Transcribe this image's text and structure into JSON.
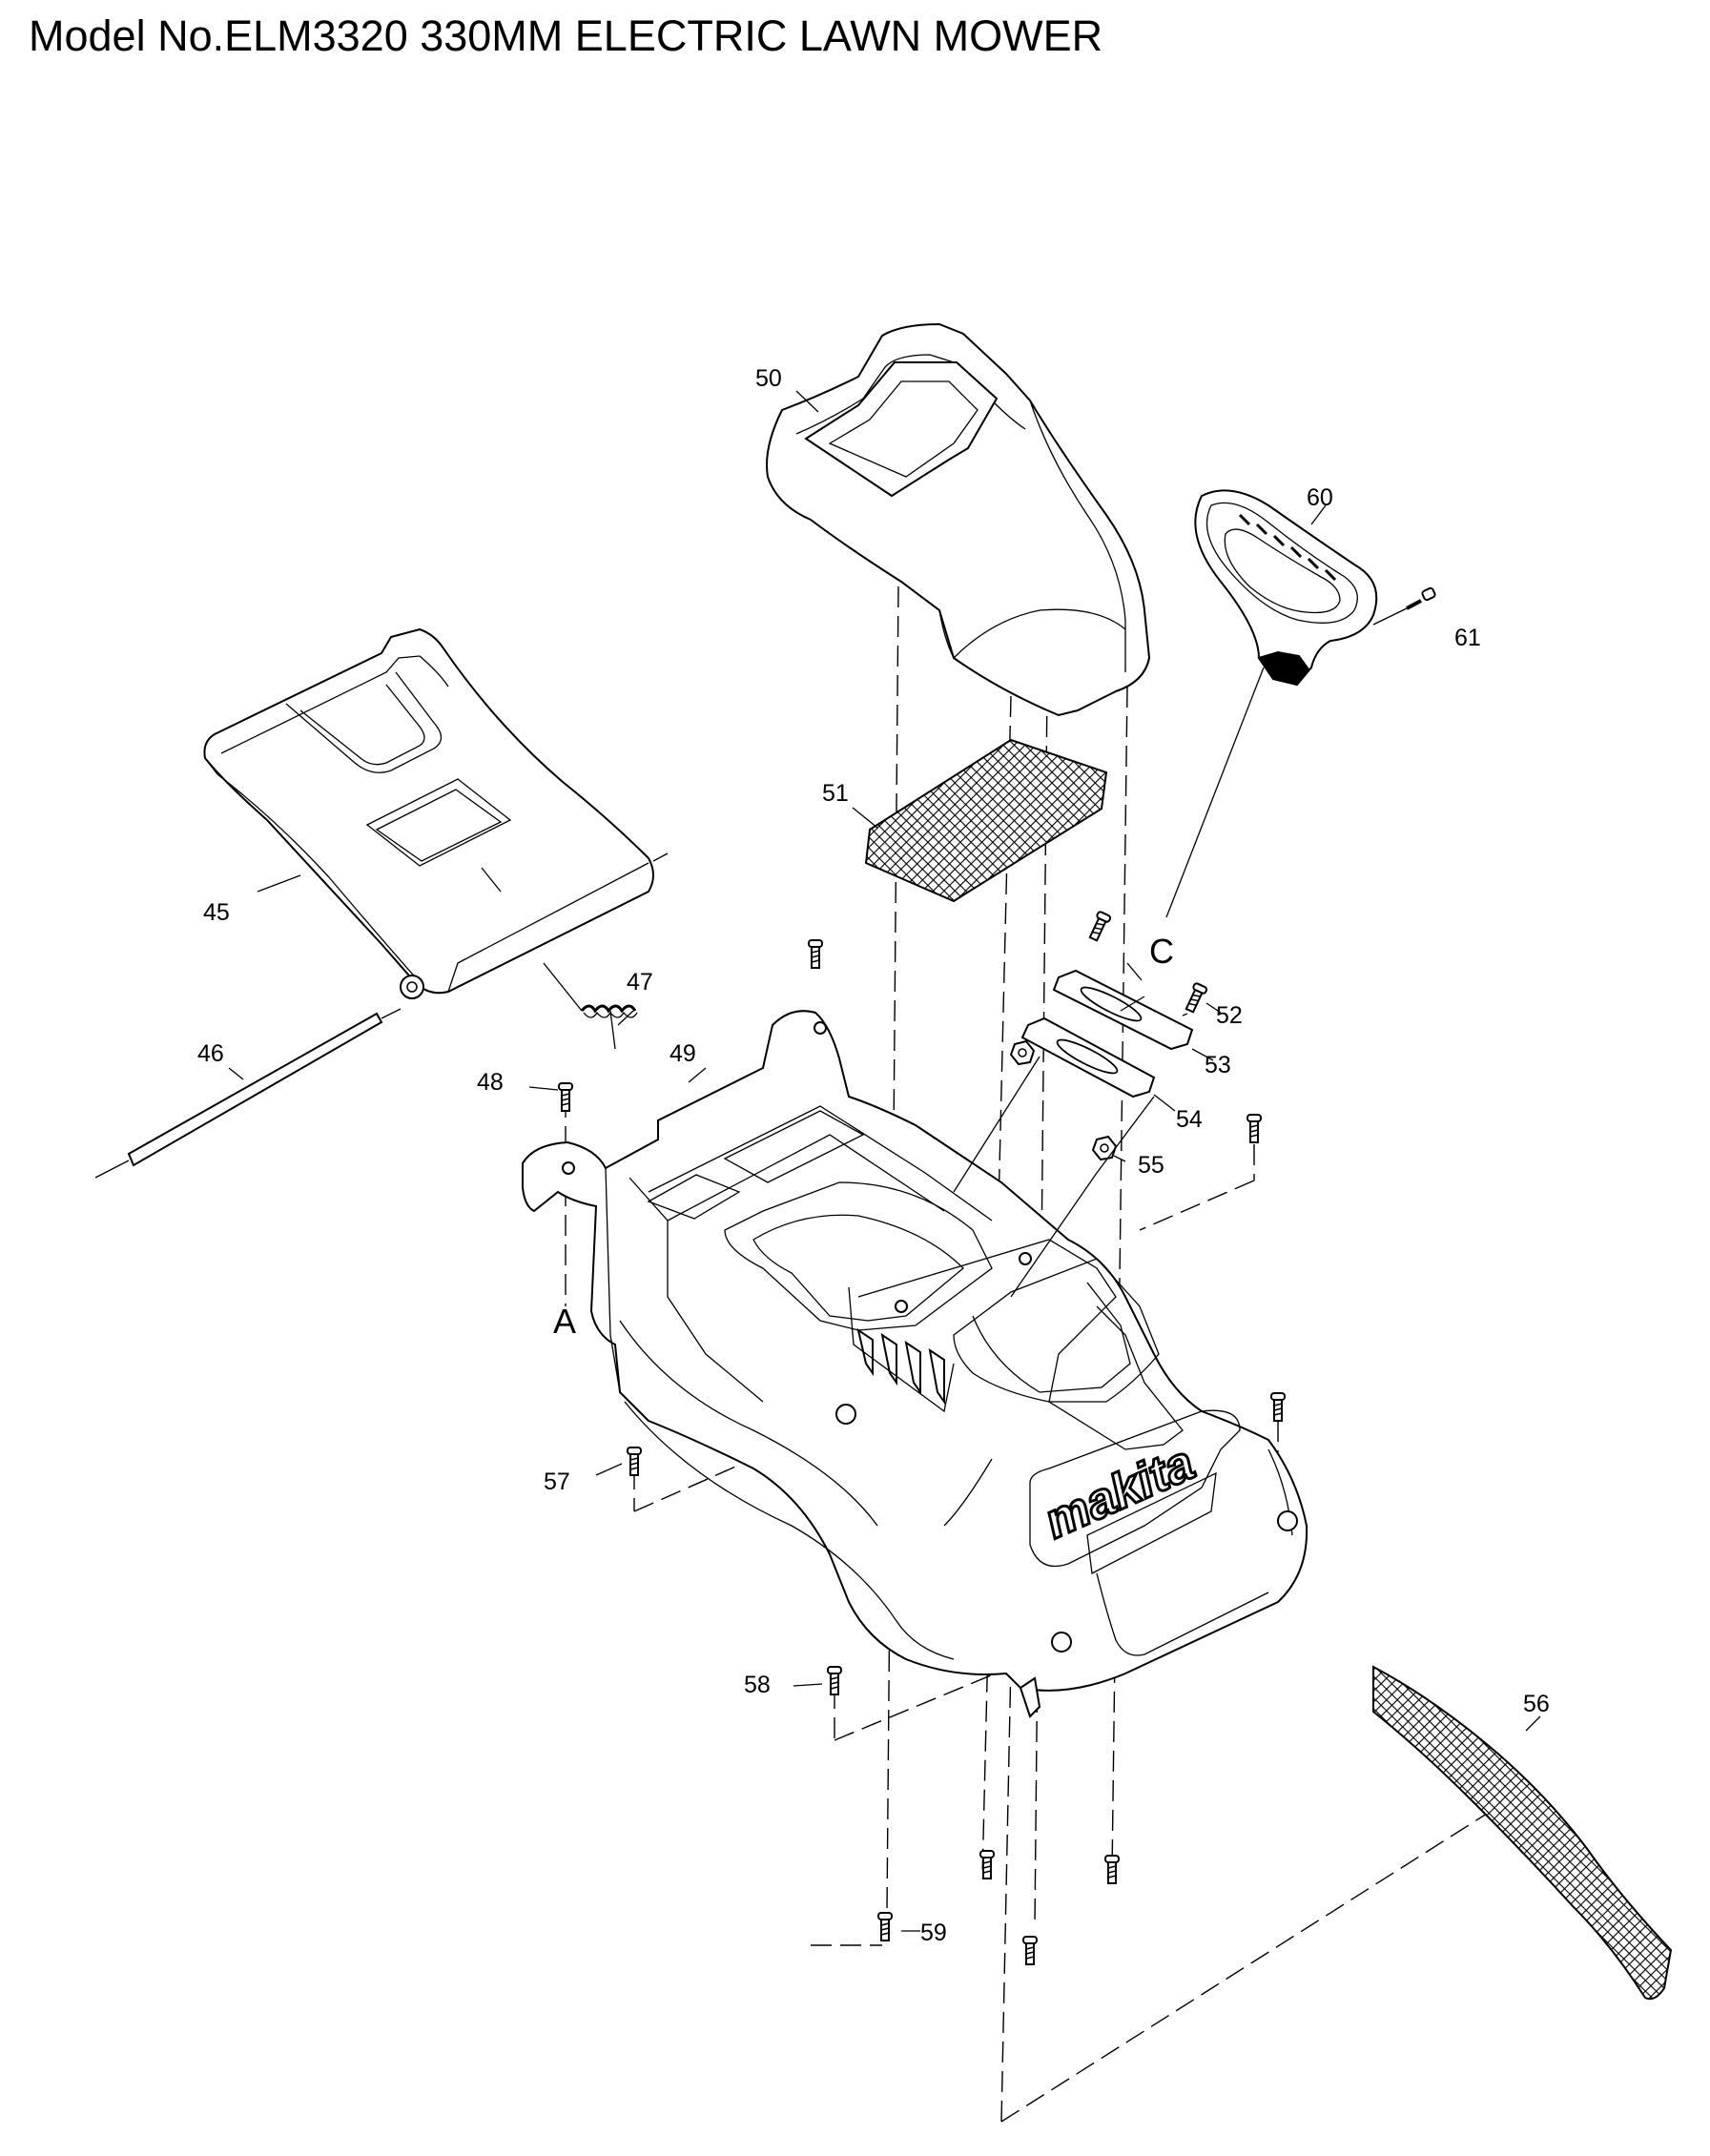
{
  "title": "Model No.ELM3320 330MM ELECTRIC LAWN MOWER",
  "parts": [
    {
      "id": "45",
      "label": "45"
    },
    {
      "id": "46",
      "label": "46"
    },
    {
      "id": "47",
      "label": "47"
    },
    {
      "id": "48",
      "label": "48"
    },
    {
      "id": "49",
      "label": "49"
    },
    {
      "id": "50",
      "label": "50"
    },
    {
      "id": "51",
      "label": "51"
    },
    {
      "id": "52",
      "label": "52"
    },
    {
      "id": "53",
      "label": "53"
    },
    {
      "id": "54",
      "label": "54"
    },
    {
      "id": "55",
      "label": "55"
    },
    {
      "id": "56",
      "label": "56"
    },
    {
      "id": "57",
      "label": "57"
    },
    {
      "id": "58",
      "label": "58"
    },
    {
      "id": "59",
      "label": "59"
    },
    {
      "id": "60",
      "label": "60"
    },
    {
      "id": "61",
      "label": "61"
    }
  ],
  "markers": {
    "a": "A",
    "c": "C"
  },
  "brand": "makita"
}
